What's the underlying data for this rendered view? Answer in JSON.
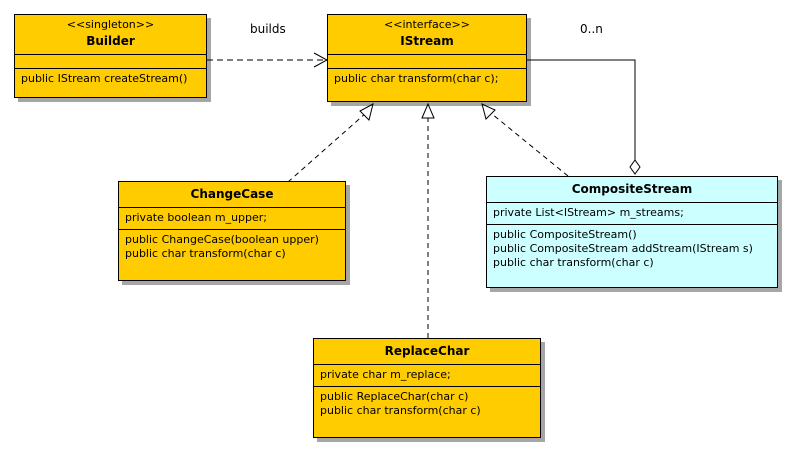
{
  "classes": {
    "builder": {
      "stereotype": "<<singleton>>",
      "name": "Builder",
      "attributes": [],
      "methods": [
        "public IStream createStream()"
      ]
    },
    "istream": {
      "stereotype": "<<interface>>",
      "name": "IStream",
      "attributes": [],
      "methods": [
        "public char transform(char c);"
      ]
    },
    "changecase": {
      "name": "ChangeCase",
      "attributes": [
        "private boolean m_upper;"
      ],
      "methods": [
        "public ChangeCase(boolean upper)",
        "public char transform(char c)"
      ]
    },
    "compositestream": {
      "name": "CompositeStream",
      "attributes": [
        "private List<IStream> m_streams;"
      ],
      "methods": [
        "public CompositeStream()",
        "public CompositeStream addStream(IStream s)",
        "public char transform(char c)"
      ]
    },
    "replacechar": {
      "name": "ReplaceChar",
      "attributes": [
        "private char m_replace;"
      ],
      "methods": [
        "public ReplaceChar(char c)",
        "public char transform(char c)"
      ]
    }
  },
  "relations": {
    "builds_label": "builds",
    "multiplicity_label": "0..n"
  },
  "colors": {
    "class_fill": "#FFCC00",
    "composite_fill": "#CCFFFF",
    "line": "#000000"
  }
}
